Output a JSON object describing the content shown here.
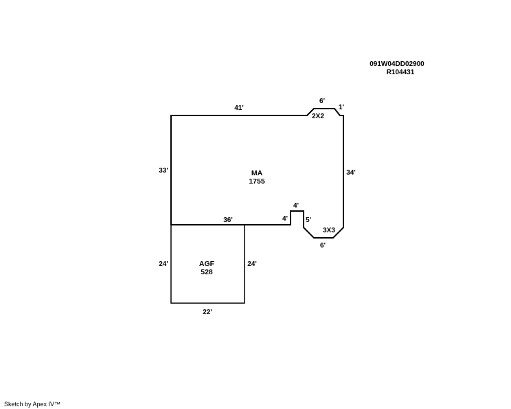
{
  "header": {
    "parcel_id": "091W04DD02900",
    "account": "R104431"
  },
  "areas": {
    "main": {
      "label": "MA",
      "sqft": "1755"
    },
    "garage": {
      "label": "AGF",
      "sqft": "528"
    }
  },
  "dimensions": {
    "ma_top": "41'",
    "ma_left": "33'",
    "ma_right": "34'",
    "notch_top_6": "6'",
    "notch_top_1": "1'",
    "chamfer_top": "2X2",
    "inner_36": "36'",
    "bump_4_top": "4'",
    "bump_4_left": "4'",
    "bump_5": "5'",
    "chamfer_bottom": "3X3",
    "bottom_6": "6'",
    "agf_left": "24'",
    "agf_right": "24'",
    "agf_bottom": "22'"
  },
  "footer": {
    "credit": "Sketch by Apex IV™"
  }
}
